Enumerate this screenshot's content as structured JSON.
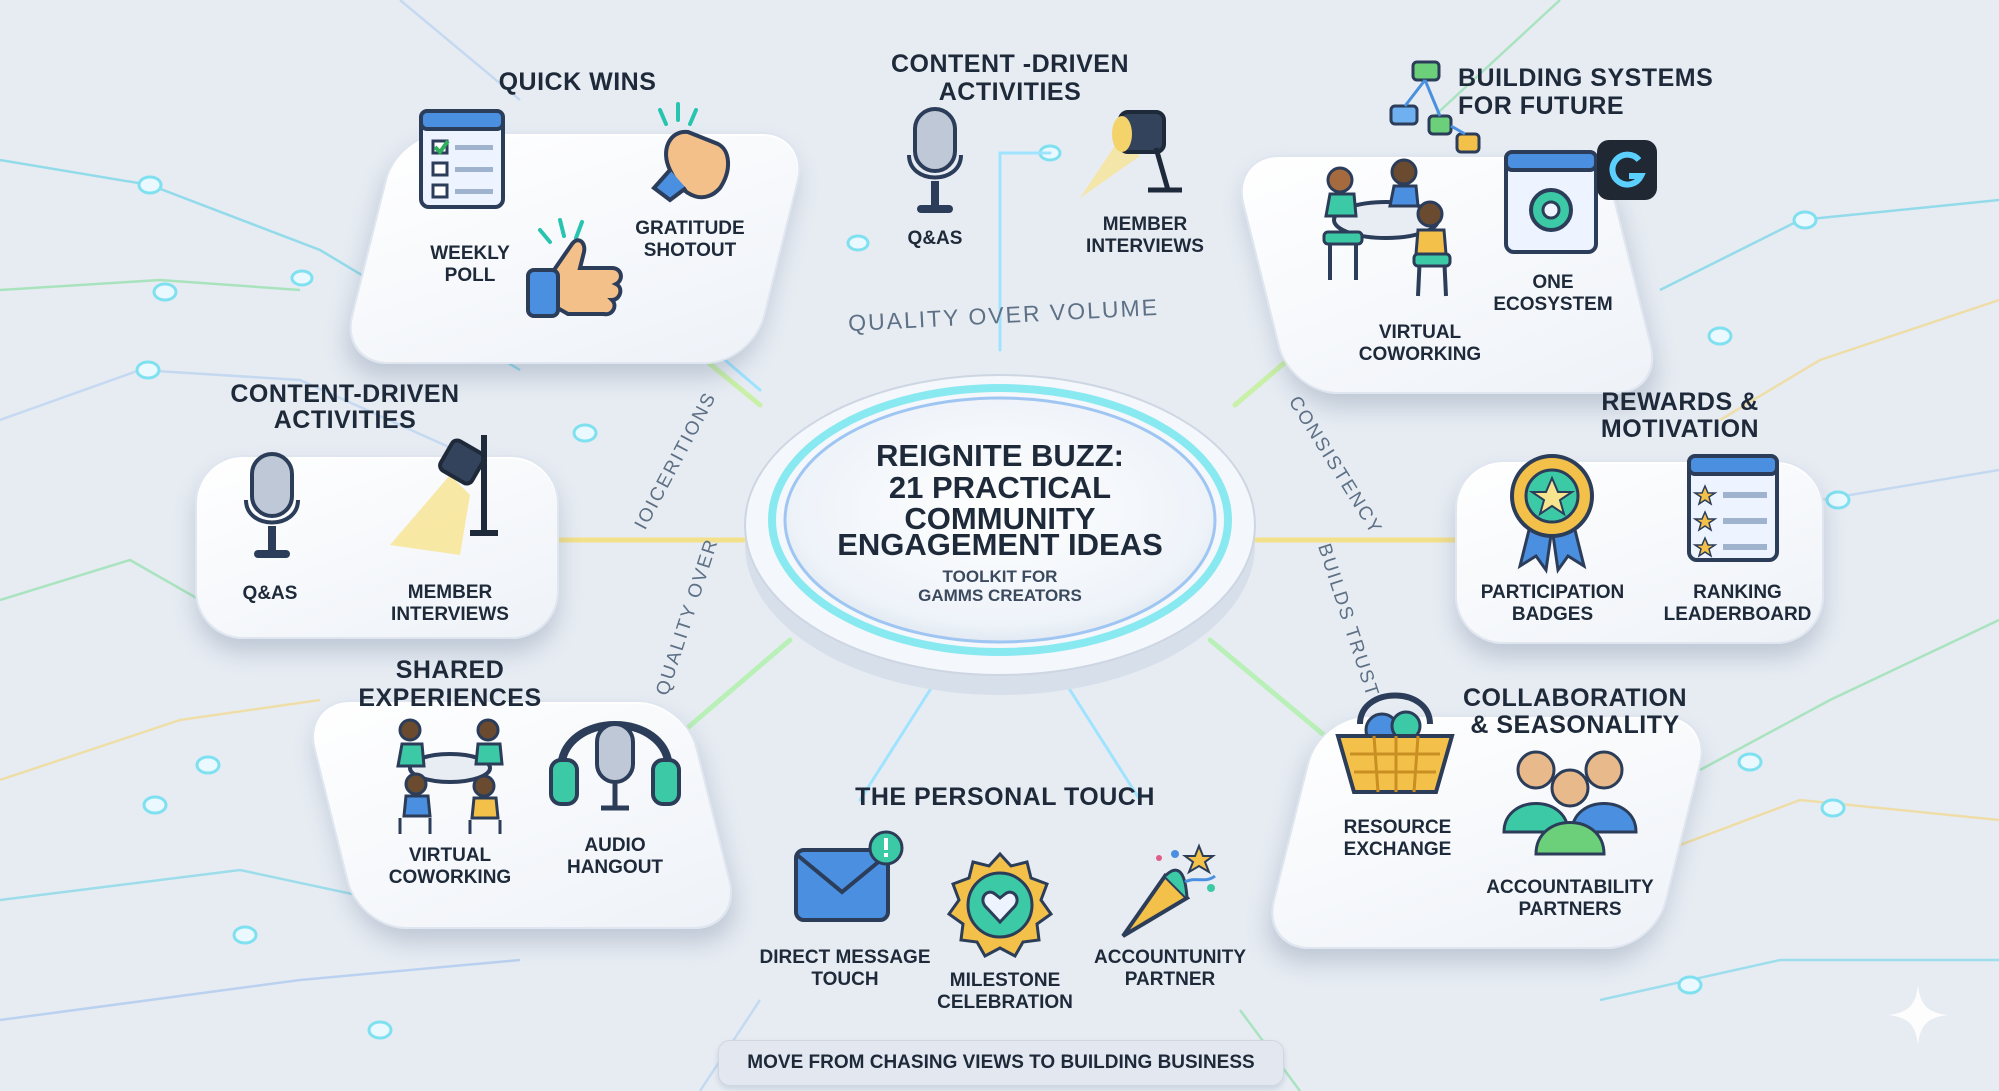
{
  "hub": {
    "title_line1": "REIGNITE BUZZ:",
    "title_line2": "21 PRACTICAL",
    "title_line3": "COMMUNITY",
    "title_line4": "ENGAGEMENT IDEAS",
    "subtitle_line1": "TOOLKIT FOR",
    "subtitle_line2": "GAMMS CREATORS"
  },
  "arcs": {
    "top": "QUALITY OVER VOLUME",
    "left_upper": "IOICERITIONS",
    "left_lower": "QUALITY OVER",
    "right_upper": "CONSISTENCY",
    "right_lower": "BUILDS TRUST"
  },
  "cards": {
    "quick_wins": {
      "title": "QUICK WINS",
      "items": [
        "WEEKLY POLL",
        "GRATITUDE SHOTOUT"
      ]
    },
    "content_top": {
      "title_line1": "CONTENT -DRIVEN",
      "title_line2": "ACTIVITIES",
      "items": [
        "Q&As",
        "MEMBER INTERVIEWS"
      ]
    },
    "systems": {
      "title_line1": "BUILDING SYSTEMS",
      "title_line2": "FOR FUTURE",
      "items": [
        "VIRTUAL COWORKING",
        "ONE ECOSYSTEM"
      ]
    },
    "content_left": {
      "title_line1": "CONTENT-DRIVEN",
      "title_line2": "ACTIVITIES",
      "items": [
        "Q&As",
        "MEMBER INTERVIEWS"
      ]
    },
    "rewards": {
      "title_line1": "REWARDS &",
      "title_line2": "MOTIVATION",
      "items": [
        "PARTICIPATION BADGES",
        "RANKING LEADERBOARD"
      ]
    },
    "shared": {
      "title_line1": "SHARED",
      "title_line2": "EXPERIENCES",
      "items": [
        "VIRTUAL COWORKING",
        "AUDIO HANGOUT"
      ]
    },
    "personal": {
      "title": "THE PERSONAL TOUCH",
      "items": [
        "DIRECT MESSAGE TOUCH",
        "MILESTONE CELEBRATION",
        "ACCOUNTUNITY PARTNER"
      ]
    },
    "collab": {
      "title_line1": "COLLABORATION",
      "title_line2": "& SEASONALITY",
      "items": [
        "RESOURCE EXCHANGE",
        "ACCOUNTABILITY PARTNERS"
      ]
    }
  },
  "footer": "MOVE FROM CHASING VIEWS TO BUILDING BUSINESS",
  "colors": {
    "accent_teal": "#3cc9c2",
    "accent_green": "#7be08a",
    "accent_yellow": "#f3d36a",
    "accent_blue": "#4a8fe0"
  }
}
